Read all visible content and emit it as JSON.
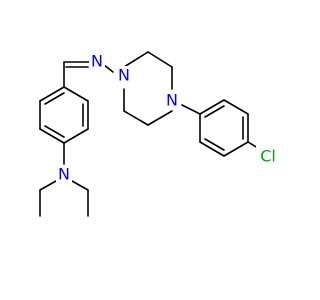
{
  "molecule": {
    "colors": {
      "bond": "#000000",
      "N": "#0000ff",
      "Cl": "#00aa00",
      "background": "#ffffff"
    },
    "atoms": [
      {
        "id": "n_imine",
        "label": "N",
        "element": "N"
      },
      {
        "id": "n_pip1",
        "label": "N",
        "element": "N"
      },
      {
        "id": "n_pip4",
        "label": "N",
        "element": "N"
      },
      {
        "id": "n_amine",
        "label": "N",
        "element": "N"
      },
      {
        "id": "cl",
        "label": "Cl",
        "element": "Cl"
      }
    ]
  }
}
